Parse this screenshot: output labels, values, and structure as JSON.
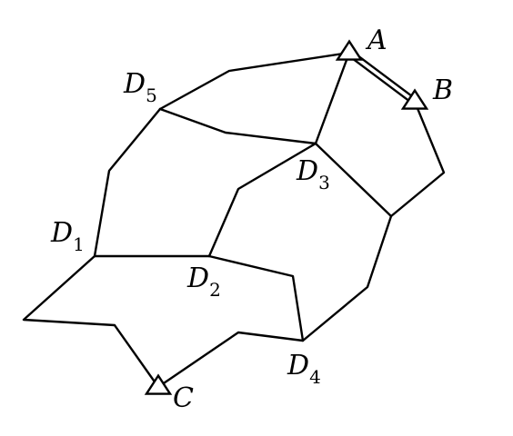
{
  "nodes": {
    "A": {
      "letter": "A",
      "subscript": ""
    },
    "B": {
      "letter": "B",
      "subscript": ""
    },
    "C": {
      "letter": "C",
      "subscript": ""
    },
    "D1": {
      "letter": "D",
      "subscript": "1"
    },
    "D2": {
      "letter": "D",
      "subscript": "2"
    },
    "D3": {
      "letter": "D",
      "subscript": "3"
    },
    "D4": {
      "letter": "D",
      "subscript": "4"
    },
    "D5": {
      "letter": "D",
      "subscript": "5"
    }
  },
  "edges": [
    [
      "A",
      "B"
    ],
    [
      "A",
      "D5"
    ],
    [
      "A",
      "D3"
    ],
    [
      "B",
      "R"
    ],
    [
      "D5",
      "D3"
    ],
    [
      "D5",
      "D1"
    ],
    [
      "D3",
      "R"
    ],
    [
      "D3",
      "D2"
    ],
    [
      "R",
      "D4"
    ],
    [
      "D1",
      "D2"
    ],
    [
      "D1",
      "C"
    ],
    [
      "D2",
      "D4"
    ],
    [
      "C",
      "D4"
    ]
  ],
  "station_markers": [
    "A",
    "B",
    "C"
  ],
  "double_line_edge": [
    "A",
    "B"
  ]
}
